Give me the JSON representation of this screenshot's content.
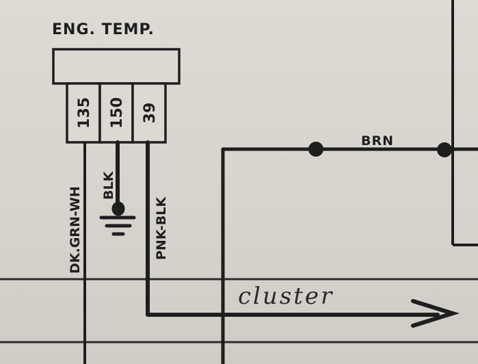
{
  "component": {
    "title": "ENG. TEMP.",
    "pins": [
      "135",
      "150",
      "39"
    ]
  },
  "wires": {
    "left": "DK.GRN-WH",
    "ground": "BLK",
    "right": "PNK-BLK",
    "top": "BRN"
  },
  "annotation": {
    "handwritten": "cluster"
  },
  "colors": {
    "ink": "#1e1e1e",
    "paper": "#dcd9d2"
  }
}
